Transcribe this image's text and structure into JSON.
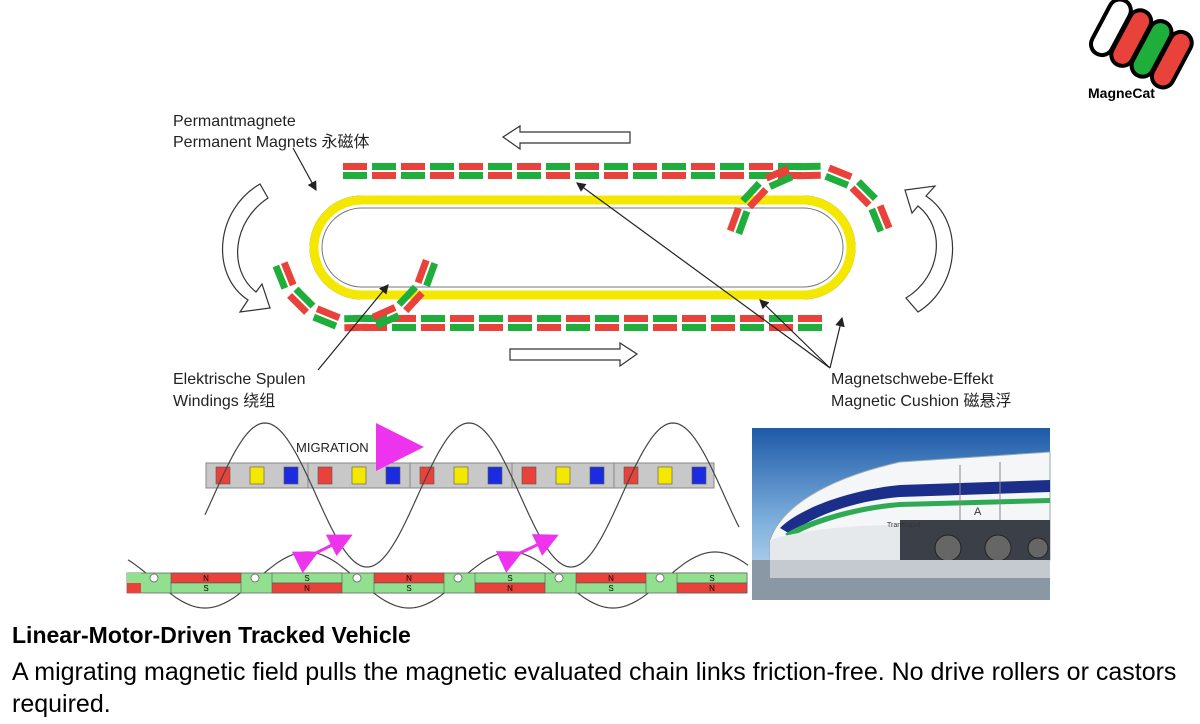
{
  "logo": {
    "text": "MagneCat",
    "colors": [
      "#ff0000",
      "#2ecc40"
    ]
  },
  "labels": {
    "permanent_magnets_de": "Permantmagnete",
    "permanent_magnets_en": "Permanent Magnets 永磁体",
    "windings_de": "Elektrische Spulen",
    "windings_en": "Windings 绕组",
    "cushion_de": "Magnetschwebe-Effekt",
    "cushion_en": "Magnetic Cushion 磁悬浮",
    "migration": "MIGRATION"
  },
  "magnet_poles": {
    "north": "N",
    "south": "S"
  },
  "train": {
    "brand": "Transrapid",
    "car_letter": "A"
  },
  "caption": {
    "title": "Linear-Motor-Driven Tracked Vehicle",
    "body": "A migrating magnetic field pulls the magnetic evaluated chain links friction-free. No drive rollers or castors required."
  },
  "colors": {
    "red": "#e8423a",
    "green": "#1fae3c",
    "yellow": "#f5e800",
    "blue": "#1a2be0",
    "magenta": "#ee33ee",
    "gray": "#c8c8c8",
    "light_green": "#90e090"
  }
}
